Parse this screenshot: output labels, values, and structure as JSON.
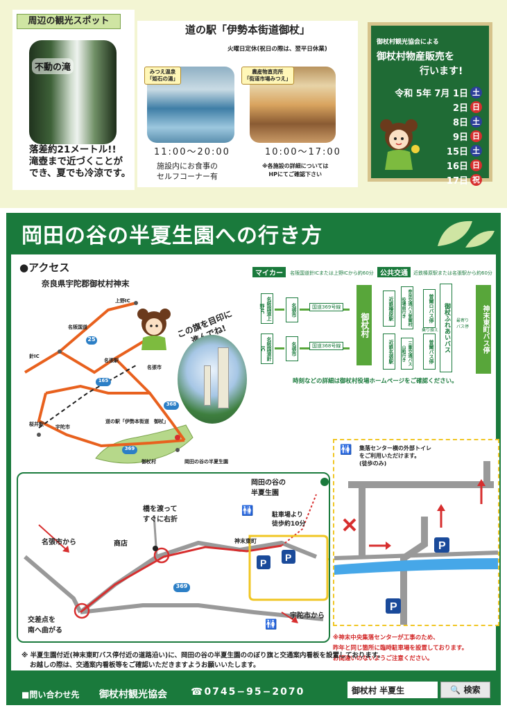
{
  "spots": {
    "title": "周辺の観光スポット",
    "waterfall_name": "不動の滝",
    "desc_line1": "落差約21メートル!!",
    "desc_line2": "滝壺まで近づくことが",
    "desc_line3": "でき、夏でも冷涼です。"
  },
  "michinoeki": {
    "title": "道の駅「伊勢本街道御杖」",
    "holiday": "火曜日定休(祝日の際は、翌平日休業)",
    "onsen_tag_line1": "みつえ温泉",
    "onsen_tag_line2": "「姫石の湯」",
    "market_tag_line1": "農産物直売所",
    "market_tag_line2": "「街道市場みつえ」",
    "onsen_hours": "11:00〜20:00",
    "market_hours": "10:00〜17:00",
    "onsen_note_line1": "施設内にお食事の",
    "onsen_note_line2": "セルフコーナー有",
    "market_note_line1": "※各施設の詳細については",
    "market_note_line2": "HPにてご確認下さい"
  },
  "sale": {
    "org": "御杖村観光協会による",
    "title_line1": "御杖村物産販売を",
    "title_line2": "行います!",
    "rows": [
      {
        "date": "令和 5年 7月  1日",
        "day": "土",
        "kind": "sat"
      },
      {
        "date": "2日",
        "day": "日",
        "kind": "sun"
      },
      {
        "date": "8日",
        "day": "土",
        "kind": "sat"
      },
      {
        "date": "9日",
        "day": "日",
        "kind": "sun"
      },
      {
        "date": "15日",
        "day": "土",
        "kind": "sat"
      },
      {
        "date": "16日",
        "day": "日",
        "kind": "sun"
      },
      {
        "date": "17日",
        "day": "祝",
        "kind": "sun"
      }
    ]
  },
  "main": {
    "title": "岡田の谷の半夏生園への行き方",
    "access_title": "●アクセス",
    "access_addr": "奈良県宇陀郡御杖村神末",
    "flag_callout_line1": "この旗を目印に",
    "flag_callout_line2": "進んでね!"
  },
  "map": {
    "labels": {
      "ueno_ic": "上野IC",
      "nabari_nishi": "名阪国道",
      "hari_ic": "針IC",
      "nabari": "名張市",
      "nabari_station": "名張駅",
      "sakuraiki": "桜井駅",
      "uda": "宇陀市",
      "michi": "道の駅「伊勢本街道　御杖」",
      "mitsue": "御杖村",
      "hangesho": "岡田の谷の半夏生園",
      "road25": "25",
      "road165": "165",
      "road368": "368",
      "road369": "369"
    }
  },
  "routes": {
    "car_label": "マイカー",
    "car_sub": "名阪国道針ICまたは上野ICから約60分",
    "transit_label": "公共交通",
    "transit_sub": "近鉄榛原駅または名張駅から約60分",
    "car_boxes": [
      "名阪国道上野IC",
      "名張市",
      "国道369号線",
      "名阪国道針IC",
      "名張市",
      "国道368号線"
    ],
    "car_dest": "御杖村",
    "transit_boxes": [
      "近鉄榛原駅",
      "奈良交通バス曽爾村役場前行き",
      "曽爾ロバス停",
      "近鉄名張駅",
      "三重交通バス山粕行き",
      "曽爾バス停",
      "御杖ふれあいバス"
    ],
    "transfer": "乗り換え",
    "nearest": "最寄り\nバス停",
    "bus_dest": "神末東町バス停",
    "timetable_note": "時刻などの詳細は御杖村役場ホームページをご確認ください。"
  },
  "parking": {
    "toilet_note_line1": "集落センター横の外部トイレ",
    "toilet_note_line2": "をご利用いただけます。",
    "toilet_note_line3": "(徒歩のみ)",
    "construct_line1": "※神末中央集落センターが工事のため、",
    "construct_line2": "昨年と同じ箇所に臨時駐車場を設置しております。",
    "construct_line3": "お間違いのないようご注意ください。"
  },
  "detail": {
    "dest_line1": "岡田の谷の",
    "dest_line2": "半夏生園",
    "walk_line1": "駐車場より",
    "walk_line2": "徒歩約10分",
    "bridge_line1": "橋を渡って",
    "bridge_line2": "すぐに右折",
    "from_nabari": "名張市から",
    "shop": "商店",
    "kamiura": "神末東町",
    "road369": "369",
    "crossing_line1": "交差点を",
    "crossing_line2": "南へ曲がる",
    "from_uda": "宇陀市から"
  },
  "footnote": {
    "line1": "※ 半夏生園付近(神末東町バス停付近の道路沿い)に、岡田の谷の半夏生園ののぼり旗と交通案内看板を設置しております。",
    "line2": "お越しの際は、交通案内看板等をご確認いただきますようお願いいたします。"
  },
  "footer": {
    "label": "■問い合わせ先",
    "org": "御杖村観光協会",
    "phone": "☎0745−95−2070",
    "search_text": "御杖村 半夏生",
    "search_button": "検索"
  },
  "colors": {
    "green": "#1a7a3c",
    "light_green": "#58a63a",
    "orange_route": "#e8611e",
    "sat": "#2c3f9a",
    "sun": "#d72e2e"
  }
}
